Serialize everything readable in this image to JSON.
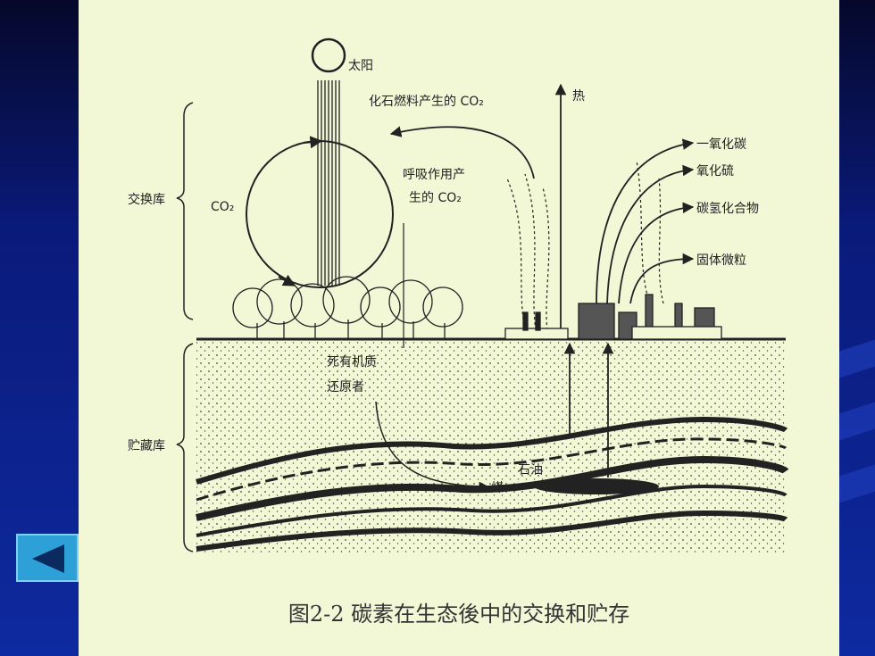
{
  "labels": {
    "sun": "太阳",
    "fossil_co2": "化石燃料产生的 CO₂",
    "heat": "热",
    "respiration_line1": "呼吸作用产",
    "respiration_line2": "生的 CO₂",
    "co2": "CO₂",
    "exchange_pool": "交换库",
    "carbon_monoxide": "一氧化碳",
    "sulfur_oxide": "氧化硫",
    "hydrocarbons": "碳氢化合物",
    "particulates": "固体微粒",
    "dead_matter": "死有机质",
    "decomposer": "还原者",
    "storage_pool": "贮藏库",
    "oil": "石油",
    "coal": "煤"
  },
  "caption": "图2-2  碳素在生态後中的交换和贮存",
  "colors": {
    "panel": "#f2f7d6",
    "ink": "#222222",
    "nav_button": "#2da0d8"
  },
  "nav": {
    "prev_icon": "triangle-left-icon"
  }
}
